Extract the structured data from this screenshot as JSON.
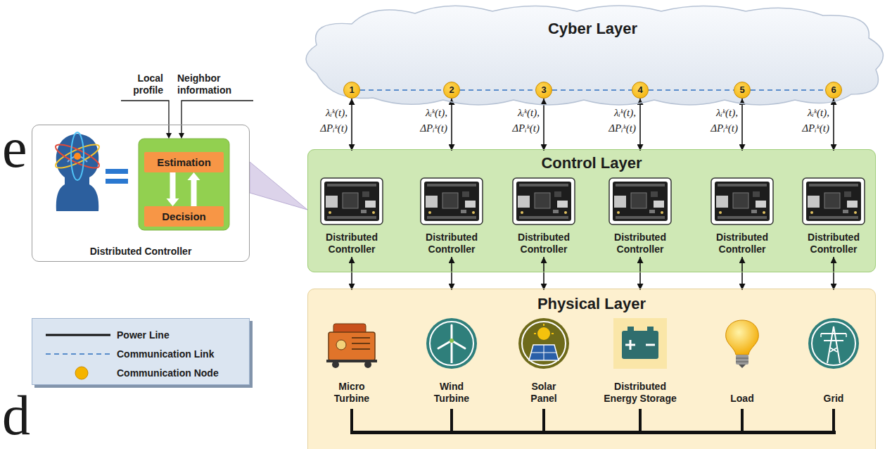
{
  "diagram": {
    "nodes": [
      {
        "text": [
          "Distributed Controller"
        ]
      },
      {
        "text": [
          "Estimation"
        ],
        "in": 0
      },
      {
        "text": [
          "Decision"
        ],
        "in": 0
      },
      {
        "text": [
          "Cyber Layer"
        ]
      },
      {
        "text": [
          "1"
        ],
        "in": 3
      },
      {
        "text": [
          "2"
        ],
        "in": 3
      },
      {
        "text": [
          "3"
        ],
        "in": 3
      },
      {
        "text": [
          "4"
        ],
        "in": 3
      },
      {
        "text": [
          "5"
        ],
        "in": 3
      },
      {
        "text": [
          "6"
        ],
        "in": 3
      },
      {
        "text": [
          "Control Layer"
        ]
      },
      {
        "text": [
          "Distributed Controller"
        ],
        "in": 10
      },
      {
        "text": [
          "Distributed Controller"
        ],
        "in": 10
      },
      {
        "text": [
          "Distributed Controller"
        ],
        "in": 10
      },
      {
        "text": [
          "Distributed Controller"
        ],
        "in": 10
      },
      {
        "text": [
          "Distributed Controller"
        ],
        "in": 10
      },
      {
        "text": [
          "Distributed Controller"
        ],
        "in": 10
      },
      {
        "text": [
          "Physical Layer"
        ]
      },
      {
        "text": [
          "Micro Turbine"
        ],
        "in": 17
      },
      {
        "text": [
          "Wind Turbine"
        ],
        "in": 17
      },
      {
        "text": [
          "Solar Panel"
        ],
        "in": 17
      },
      {
        "text": [
          "Distributed Energy Storage"
        ],
        "in": 17
      },
      {
        "text": [
          "Load"
        ],
        "in": 17
      },
      {
        "text": [
          "Grid"
        ],
        "in": 17
      }
    ],
    "edges": [
      {
        "from": 1,
        "to": 2,
        "arrow": "to"
      },
      {
        "from": 2,
        "to": 1,
        "arrow": "to"
      },
      {
        "from": 0,
        "to": 10,
        "arrow": "to"
      },
      {
        "from": 4,
        "to": 5,
        "arrow": "none"
      },
      {
        "from": 5,
        "to": 6,
        "arrow": "none"
      },
      {
        "from": 6,
        "to": 7,
        "arrow": "none"
      },
      {
        "from": 7,
        "to": 8,
        "arrow": "none"
      },
      {
        "from": 8,
        "to": 9,
        "arrow": "none"
      },
      {
        "from": 4,
        "to": 11,
        "arrow": "both"
      },
      {
        "from": 5,
        "to": 12,
        "arrow": "both"
      },
      {
        "from": 6,
        "to": 13,
        "arrow": "both"
      },
      {
        "from": 7,
        "to": 14,
        "arrow": "both"
      },
      {
        "from": 8,
        "to": 15,
        "arrow": "both"
      },
      {
        "from": 9,
        "to": 16,
        "arrow": "both"
      },
      {
        "from": 11,
        "to": 18,
        "arrow": "both"
      },
      {
        "from": 12,
        "to": 19,
        "arrow": "both"
      },
      {
        "from": 13,
        "to": 20,
        "arrow": "both"
      },
      {
        "from": 14,
        "to": 21,
        "arrow": "both"
      },
      {
        "from": 15,
        "to": 22,
        "arrow": "both"
      },
      {
        "from": 16,
        "to": 23,
        "arrow": "both"
      }
    ],
    "labels": [
      "Local profile",
      "Neighbor information",
      "e",
      "d",
      "λᵢᵏ(t),",
      "ΔPᵢᵏ(t)",
      "λᵢᵏ(t),",
      "ΔPᵢᵏ(t)",
      "λᵢᵏ(t),",
      "ΔPᵢᵏ(t)",
      "λᵢᵏ(t),",
      "ΔPᵢᵏ(t)",
      "λᵢᵏ(t),",
      "ΔPᵢᵏ(t)",
      "λᵢᵏ(t),",
      "ΔPᵢᵏ(t)"
    ],
    "legend": [
      {
        "text": "Power Line"
      },
      {
        "text": "Communication Link"
      },
      {
        "text": "Communication Node"
      }
    ]
  }
}
